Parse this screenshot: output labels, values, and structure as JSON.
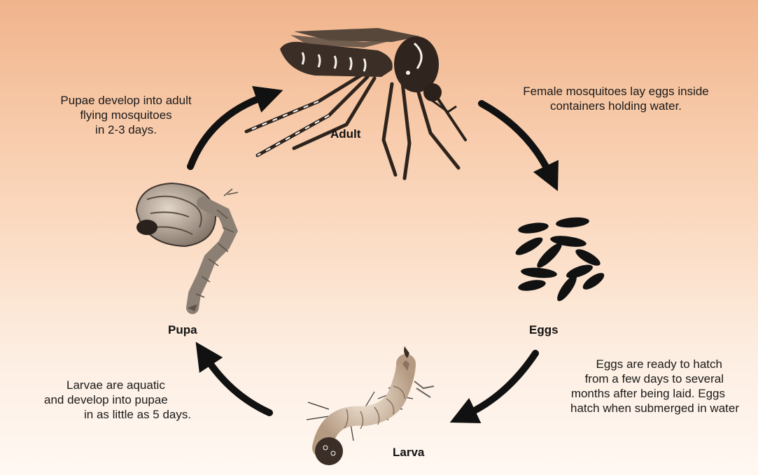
{
  "stages": {
    "adult": "Adult",
    "eggs": "Eggs",
    "larva": "Larva",
    "pupa": "Pupa"
  },
  "captions": {
    "pupa_to_adult": [
      "Pupae develop into adult",
      "flying mosquitoes",
      "in 2-3 days."
    ],
    "adult_to_eggs": [
      "Female mosquitoes lay eggs inside",
      "containers holding water."
    ],
    "eggs_to_larva": [
      "Eggs are ready to hatch",
      "from a few days to several",
      "months after being laid. Eggs",
      "hatch when submerged in water"
    ],
    "larva_to_pupa": [
      "Larvae are aquatic",
      "and develop into pupae",
      "in as little as 5 days."
    ]
  },
  "colors": {
    "background_top": "#f0b48c",
    "background_bottom": "#fff8f2",
    "arrow": "#111111",
    "insect_dark": "#3a2e26",
    "egg": "#111111"
  }
}
